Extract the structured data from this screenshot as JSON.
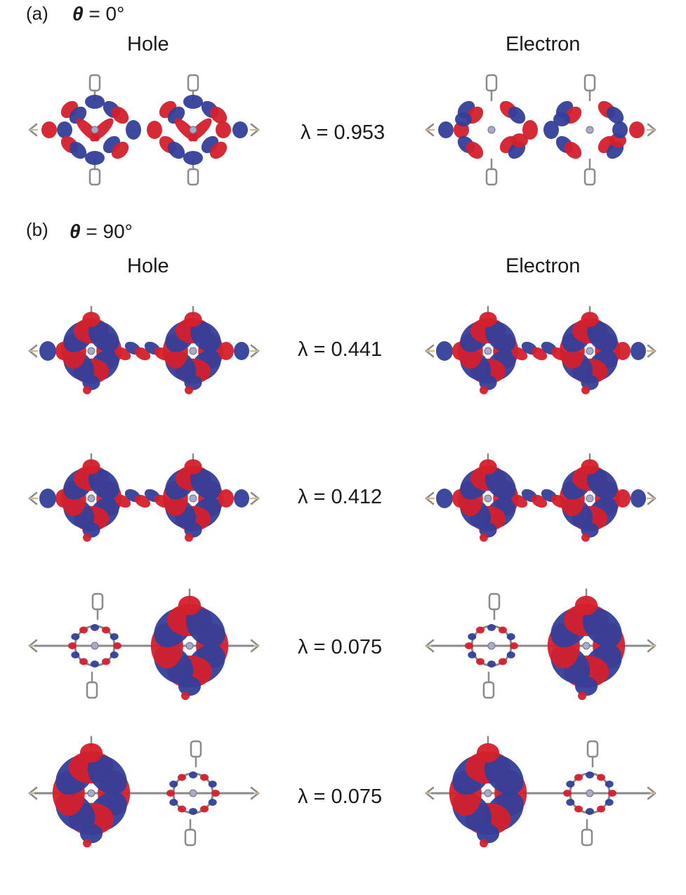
{
  "panels": [
    {
      "label": "(a)",
      "theta_symbol": "θ",
      "theta_value": "= 0°",
      "hole_header": "Hole",
      "electron_header": "Electron",
      "rows": [
        {
          "lambda": "λ = 0.953",
          "hole_style": "planar-hole",
          "electron_style": "planar-electron"
        }
      ]
    },
    {
      "label": "(b)",
      "theta_symbol": "θ",
      "theta_value": "= 90°",
      "hole_header": "Hole",
      "electron_header": "Electron",
      "rows": [
        {
          "lambda": "λ = 0.441",
          "hole_style": "delocalized",
          "electron_style": "delocalized"
        },
        {
          "lambda": "λ = 0.412",
          "hole_style": "delocalized",
          "electron_style": "delocalized"
        },
        {
          "lambda": "λ = 0.075",
          "hole_style": "localized-right",
          "electron_style": "localized-right"
        },
        {
          "lambda": "λ = 0.075",
          "hole_style": "localized-left",
          "electron_style": "localized-left"
        }
      ]
    }
  ],
  "colors": {
    "positive_lobe": "#d4202c",
    "negative_lobe": "#333f99",
    "bond": "#8a8a8a",
    "metal_atom": "#a9abc4",
    "text": "#1a1a1a"
  }
}
